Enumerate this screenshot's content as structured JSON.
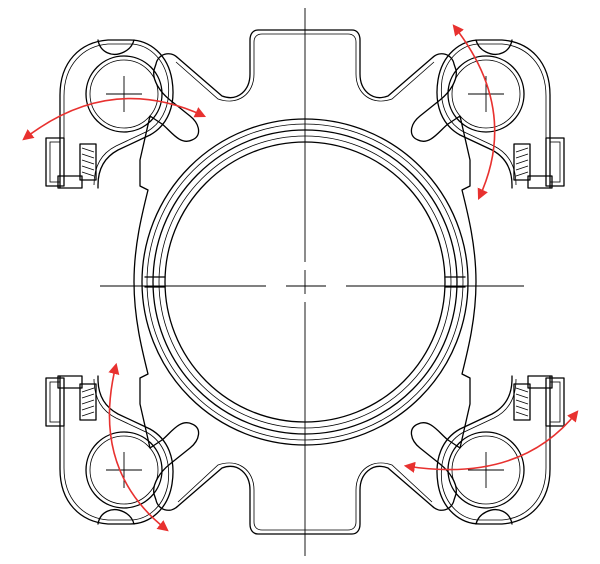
{
  "drawing": {
    "line_color": "#000000",
    "background_color": "#ffffff",
    "arrow_color": "#e8312f",
    "parts": {
      "body": "flange-body",
      "bore": "center-bore",
      "clamps": [
        "top-left",
        "top-right",
        "bottom-left",
        "bottom-right"
      ],
      "rotation_arrows": [
        "top-left",
        "top-right",
        "bottom-left",
        "bottom-right"
      ]
    }
  }
}
